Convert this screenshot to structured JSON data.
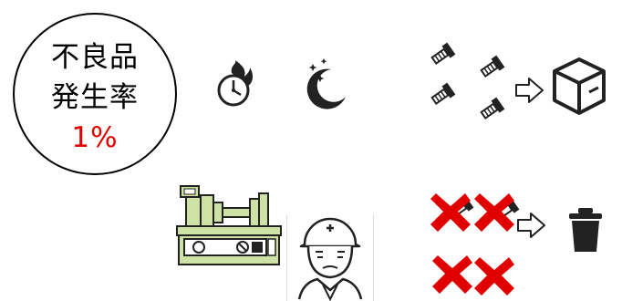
{
  "circle": {
    "line1": "不良品",
    "line2": "発生率",
    "rate": "1%",
    "rate_color": "#e00000"
  },
  "icons": {
    "clock": "fast-clock-icon",
    "night": "moon-stars-icon",
    "screw": "screw-icon",
    "arrow": "right-arrow-icon",
    "box": "box-icon",
    "machine": "injection-machine-icon",
    "worker": "tired-worker-icon",
    "defect": "red-x-mark-icon",
    "trash": "trash-can-icon"
  },
  "colors": {
    "machine_fill": "#cfe2a6",
    "defect_red": "#e00000",
    "icon_dark": "#222222"
  }
}
